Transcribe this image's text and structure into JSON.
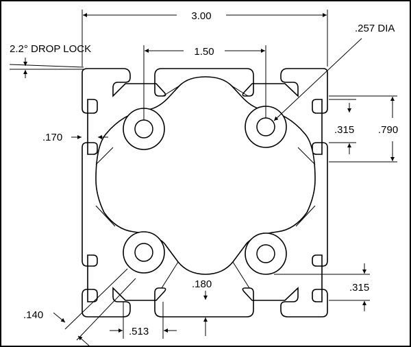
{
  "dimensions": {
    "overall_width": "3.00",
    "hole_spacing": "1.50",
    "hole_diameter": ".257 DIA",
    "drop_lock": "2.2° DROP LOCK",
    "wall_thickness": ".170",
    "slot_depth_upper": ".315",
    "slot_height": ".790",
    "slot_depth_lower": ".315",
    "web_thickness": ".180",
    "slot_opening": ".513",
    "lip_thickness": ".140"
  },
  "colors": {
    "line": "#000000",
    "background": "#ffffff"
  }
}
